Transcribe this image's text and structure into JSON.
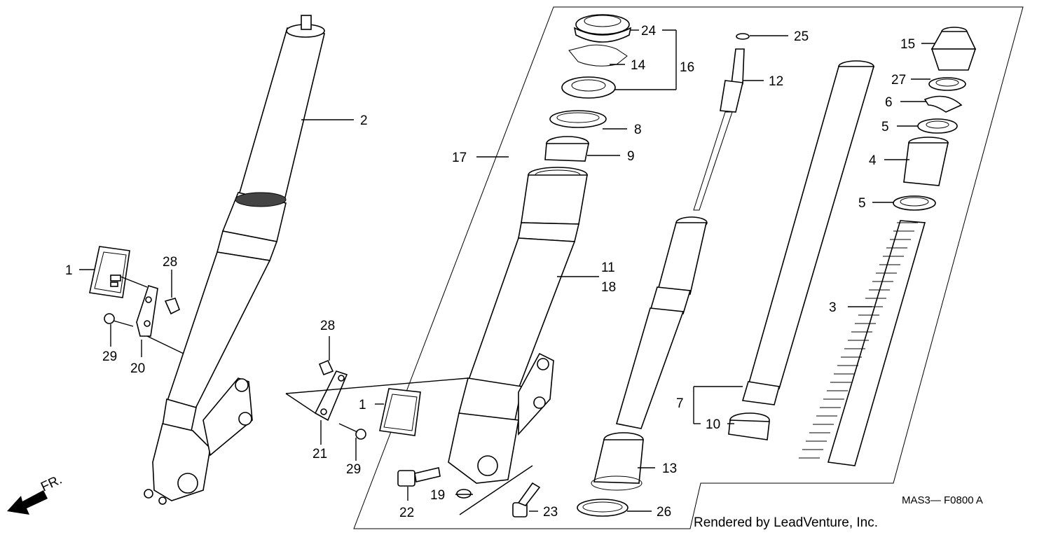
{
  "callouts": {
    "c1a": "1",
    "c1b": "1",
    "c2": "2",
    "c3": "3",
    "c4": "4",
    "c5a": "5",
    "c5b": "5",
    "c6": "6",
    "c7": "7",
    "c8": "8",
    "c9": "9",
    "c10": "10",
    "c11": "11",
    "c12": "12",
    "c13": "13",
    "c14": "14",
    "c15": "15",
    "c16": "16",
    "c17": "17",
    "c18": "18",
    "c19": "19",
    "c20": "20",
    "c21": "21",
    "c22": "22",
    "c23": "23",
    "c24": "24",
    "c25": "25",
    "c26": "26",
    "c27": "27",
    "c28a": "28",
    "c28b": "28",
    "c29a": "29",
    "c29b": "29"
  },
  "front_indicator": "FR.",
  "diagram_code": "MAS3— F0800 A",
  "credit": "Rendered by LeadVenture, Inc."
}
